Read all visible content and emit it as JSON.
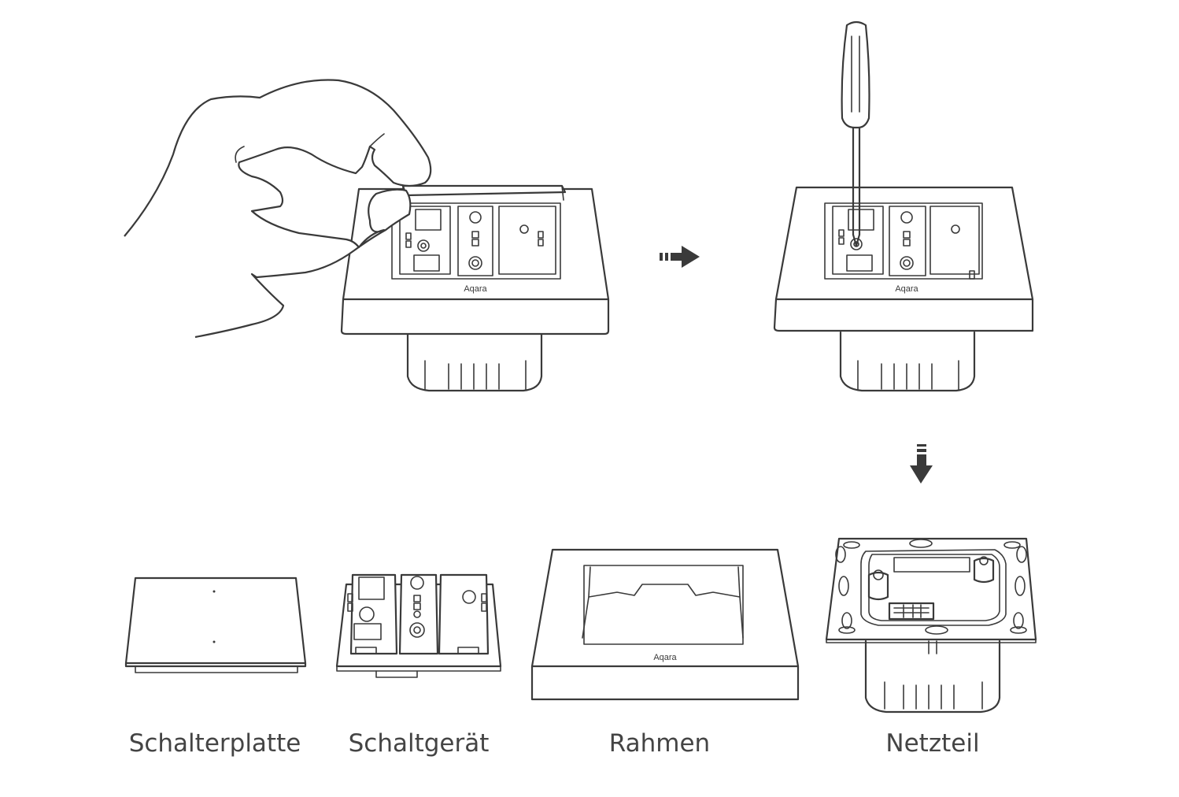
{
  "brand": "Aqara",
  "parts": [
    {
      "id": "switch-plate",
      "label": "Schalterplatte"
    },
    {
      "id": "switch-device",
      "label": "Schaltgerät"
    },
    {
      "id": "frame",
      "label": "Rahmen"
    },
    {
      "id": "power-supply",
      "label": "Netzteil"
    }
  ],
  "steps": [
    {
      "id": "remove-plate",
      "icon": "hand-icon"
    },
    {
      "id": "unscrew",
      "icon": "screwdriver-icon"
    }
  ],
  "colors": {
    "line": "#3a3a3a",
    "label": "#444444",
    "background": "#ffffff"
  }
}
